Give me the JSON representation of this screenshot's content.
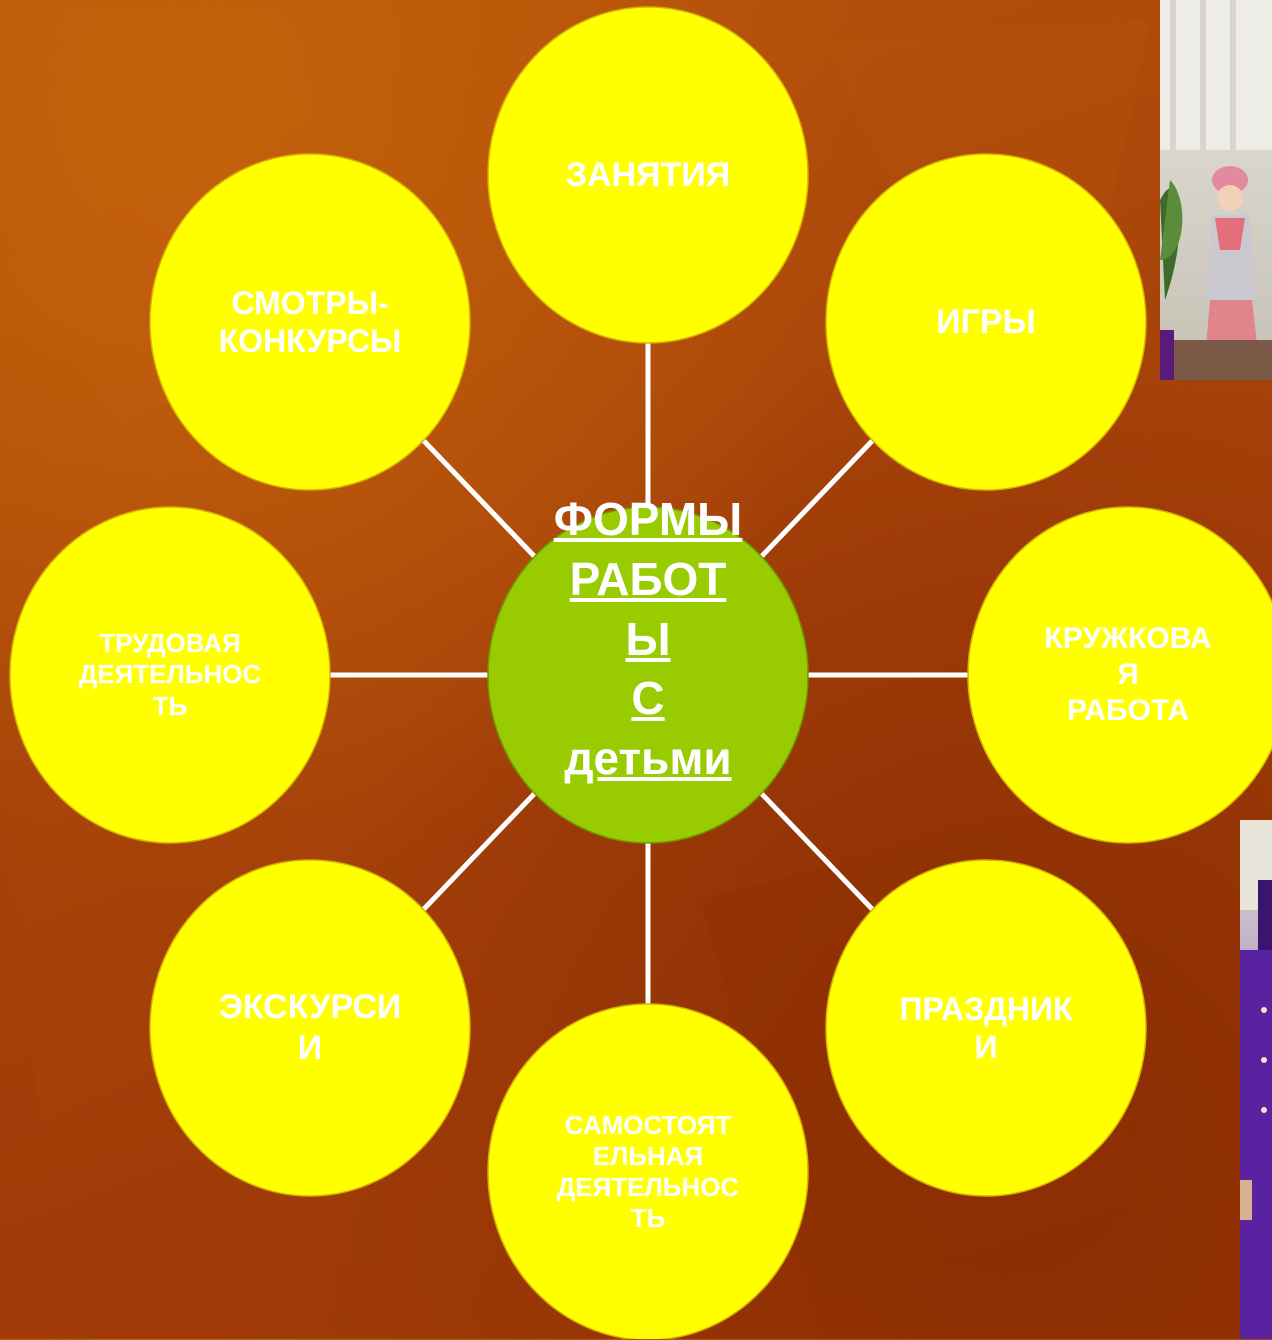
{
  "diagram": {
    "center_label": "ФОРМЫ\nРАБОТ\nЫ\nС\nдетьми",
    "nodes": [
      {
        "label": "ЗАНЯТИЯ"
      },
      {
        "label": "ИГРЫ"
      },
      {
        "label": "КРУЖКОВА\nЯ\nРАБОТА"
      },
      {
        "label": "ПРАЗДНИК\nИ"
      },
      {
        "label": "САМОСТОЯТ\nЕЛЬНАЯ\nДЕЯТЕЛЬНОС\nТЬ"
      },
      {
        "label": "ЭКСКУРСИ\nИ"
      },
      {
        "label": "ТРУДОВАЯ\nДЕЯТЕЛЬНОС\nТЬ"
      },
      {
        "label": "СМОТРЫ-\nКОНКУРСЫ"
      }
    ]
  },
  "colors": {
    "node_fill": "#ffff00",
    "center_fill": "#99cc00",
    "connector": "#ffffff",
    "text": "#ffffff"
  }
}
